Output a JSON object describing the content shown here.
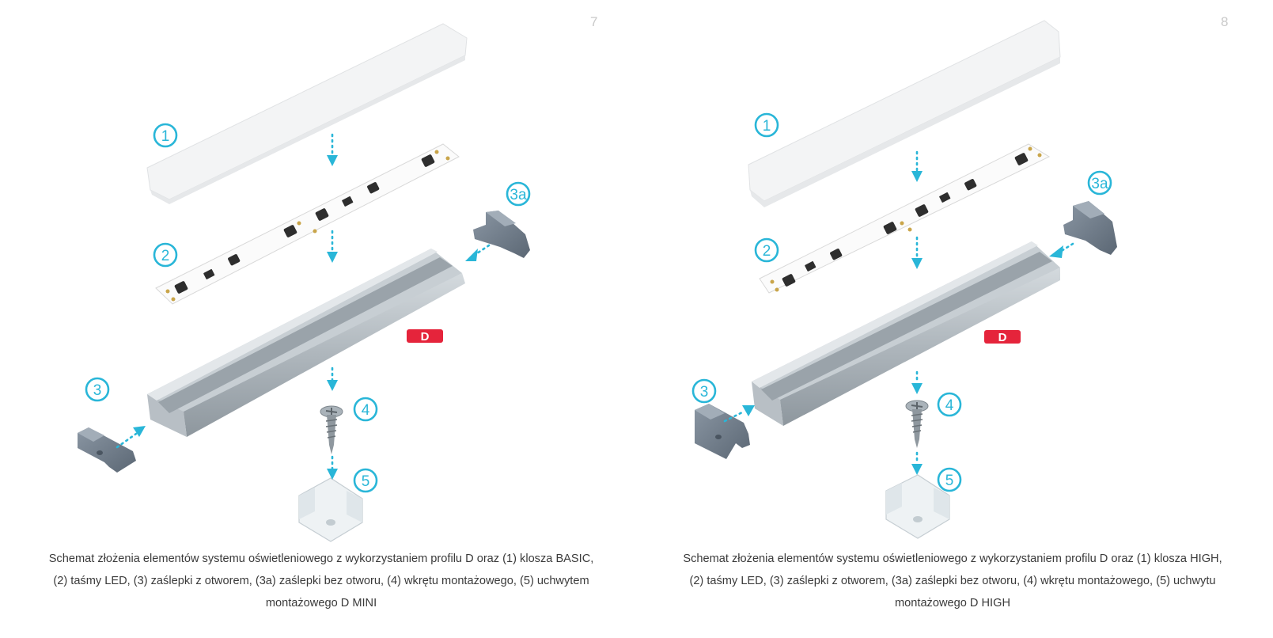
{
  "panels": [
    {
      "page_number": "7",
      "caption_lines": [
        "Schemat złożenia elementów systemu oświetleniowego z wykorzystaniem profilu D oraz (1) klosza BASIC,",
        "(2) taśmy LED, (3) zaślepki z otworem, (3a) zaślepki bez otworu, (4) wkrętu montażowego, (5) uchwytem",
        "montażowego D MINI"
      ],
      "labels": {
        "c1": "1",
        "c2": "2",
        "c3": "3",
        "c3a": "3a",
        "c4": "4",
        "c5": "5"
      },
      "profile_badge": "D"
    },
    {
      "page_number": "8",
      "caption_lines": [
        "Schemat złożenia elementów systemu oświetleniowego z wykorzystaniem profilu D oraz (1) klosza HIGH,",
        "(2) taśmy LED, (3) zaślepki z otworem, (3a) zaślepki bez otworu, (4) wkrętu montażowego, (5) uchwytu",
        "montażowego D HIGH"
      ],
      "labels": {
        "c1": "1",
        "c2": "2",
        "c3": "3",
        "c3a": "3a",
        "c4": "4",
        "c5": "5"
      },
      "profile_badge": "D"
    }
  ],
  "colors": {
    "accent": "#29b6d8",
    "badge": "#e5243b"
  }
}
